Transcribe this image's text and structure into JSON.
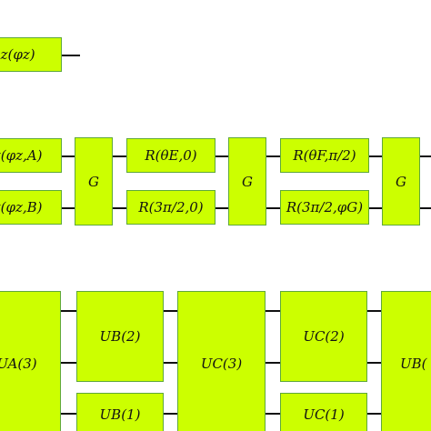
{
  "colors": {
    "gate_fill": "#ccff00",
    "gate_border": "#5fa83a",
    "wire": "#111111"
  },
  "row1": {
    "rz": "Rz(φz)"
  },
  "row2": {
    "top_left": "Rz(φz,A)",
    "bottom_left": "Rz(φz,B)",
    "g1": "G",
    "r_theta_e": "R(θE,0)",
    "r_3pi2_0": "R(3π/2,0)",
    "g2": "G",
    "r_theta_f": "R(θF,π/2)",
    "r_3pi2_phig": "R(3π/2,φG)",
    "g3": "G"
  },
  "row3": {
    "ua3": "UA(3)",
    "ub2": "UB(2)",
    "ub1": "UB(1)",
    "uc3": "UC(3)",
    "uc2": "UC(2)",
    "uc1": "UC(1)",
    "ub_right": "UB("
  }
}
